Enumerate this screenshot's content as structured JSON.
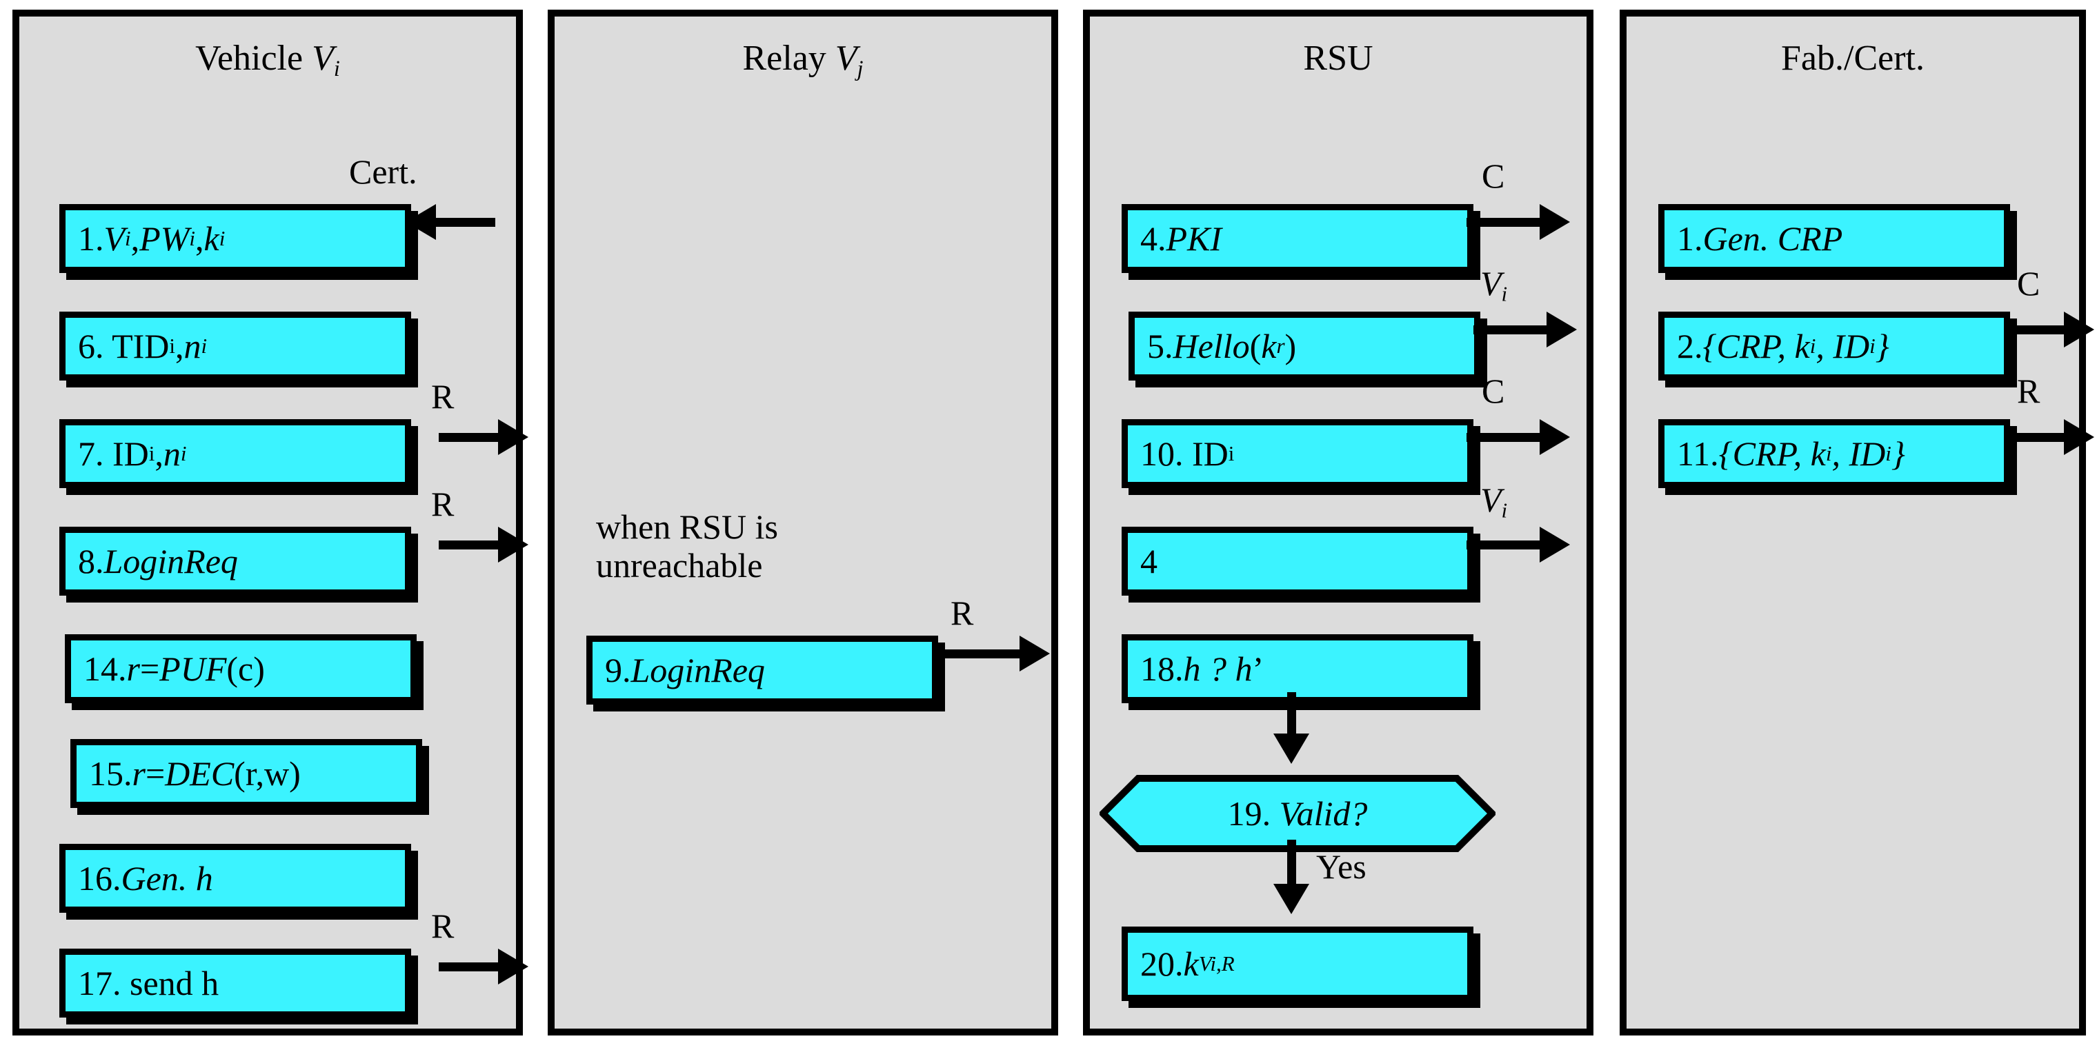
{
  "diagram": {
    "title": "Vehicle authentication protocol swimlane diagram",
    "colors": {
      "lane_fill": "#dcdcdc",
      "box_fill": "#3bf3ff",
      "stroke": "#000000",
      "background": "#ffffff"
    }
  },
  "lanes": [
    {
      "id": "vehicle",
      "title_plain": "Vehicle Vi",
      "title_html": "Vehicle <span class=\"it\">V</span><sub>i</sub>",
      "note": "",
      "steps": [
        {
          "n": "1",
          "label_plain": "1. Vi, PWi, ki",
          "label_html": "1. <span class=\"it\">V</span><sub>i</sub>, <span class=\"it\">PW</span><sub>i</sub>, <span class=\"it\">k</span><sub>i</sub>"
        },
        {
          "n": "6",
          "label_plain": "6. TIDi, ni",
          "label_html": "6. TID<sub class=\"up\">i</sub>, <span class=\"it\">n</span><sub>i</sub>"
        },
        {
          "n": "7",
          "label_plain": "7. IDi, ni",
          "label_html": "7. ID<sub class=\"up\">i</sub>, <span class=\"it\">n</span><sub>i</sub>"
        },
        {
          "n": "8",
          "label_plain": "8. LoginReq",
          "label_html": "8. <span class=\"it\">LoginReq</span>"
        },
        {
          "n": "14",
          "label_plain": "14. r=PUF(c)",
          "label_html": "14. <span class=\"it\">r</span>=<span class=\"it\">PUF</span>(c)"
        },
        {
          "n": "15",
          "label_plain": "15. r=DEC(r,w)",
          "label_html": "15. <span class=\"it\">r</span>=<span class=\"it\">DEC</span>(r,w)"
        },
        {
          "n": "16",
          "label_plain": "16. Gen. h",
          "label_html": "16. <span class=\"it\">Gen. h</span>"
        },
        {
          "n": "17",
          "label_plain": "17. send h",
          "label_html": "17. send h"
        }
      ]
    },
    {
      "id": "relay",
      "title_plain": "Relay Vj",
      "title_html": "Relay <span class=\"it\">V</span><sub>j</sub>",
      "note": "when RSU is\nunreachable",
      "note_line1": "when RSU is",
      "note_line2": "unreachable",
      "steps": [
        {
          "n": "9",
          "label_plain": "9. LoginReq",
          "label_html": "9. <span class=\"it\">LoginReq</span>"
        }
      ]
    },
    {
      "id": "rsu",
      "title_plain": "RSU",
      "title_html": "RSU",
      "note": "",
      "steps": [
        {
          "n": "4",
          "label_plain": "4. PKI",
          "label_html": "4. <span class=\"it\">PKI</span>"
        },
        {
          "n": "5",
          "label_plain": "5. Hello(kr)",
          "label_html": "5. <span class=\"it\">Hello</span>(<span class=\"it\">k</span><sub>r</sub>)"
        },
        {
          "n": "10",
          "label_plain": "10. IDi",
          "label_html": "10. ID<sub class=\"up\">i</sub>"
        },
        {
          "n": "4b",
          "label_plain": "4",
          "label_html": "4"
        },
        {
          "n": "18",
          "label_plain": "18. h ? h'",
          "label_html": "18. <span class=\"it\">h ? h</span>&rsquo;"
        },
        {
          "n": "19",
          "label_plain": "19. Valid?",
          "label_html": "19. <span class=\"it\">Valid?</span>",
          "shape": "decision"
        },
        {
          "n": "20",
          "label_plain": "20. kVi,R",
          "label_html": "20. <span class=\"it\">k</span><sub>Vi,R</sub>"
        }
      ]
    },
    {
      "id": "fabcert",
      "title_plain": "Fab./Cert.",
      "title_html": "Fab./Cert.",
      "note": "",
      "steps": [
        {
          "n": "1",
          "label_plain": "1. Gen. CRP",
          "label_html": "1. <span class=\"it\">Gen. CRP</span>"
        },
        {
          "n": "2",
          "label_plain": "2. {CRP, ki, IDi}",
          "label_html": "2. <span class=\"it\">{CRP, k</span><sub>i</sub><span class=\"it\">, ID</span><sub>i</sub><span class=\"it\">}</span>"
        },
        {
          "n": "11",
          "label_plain": "11. {CRP, ki, IDi}",
          "label_html": "11. <span class=\"it\">{CRP, k</span><sub>i</sub><span class=\"it\">, ID</span><sub>i</sub><span class=\"it\">}</span>"
        }
      ]
    }
  ],
  "edge_labels": {
    "cert": "Cert.",
    "r": "R",
    "c": "C",
    "vi_plain": "Vi",
    "vi_html": "<span class=\"it\">V</span><sub>i</sub>",
    "yes": "Yes"
  }
}
